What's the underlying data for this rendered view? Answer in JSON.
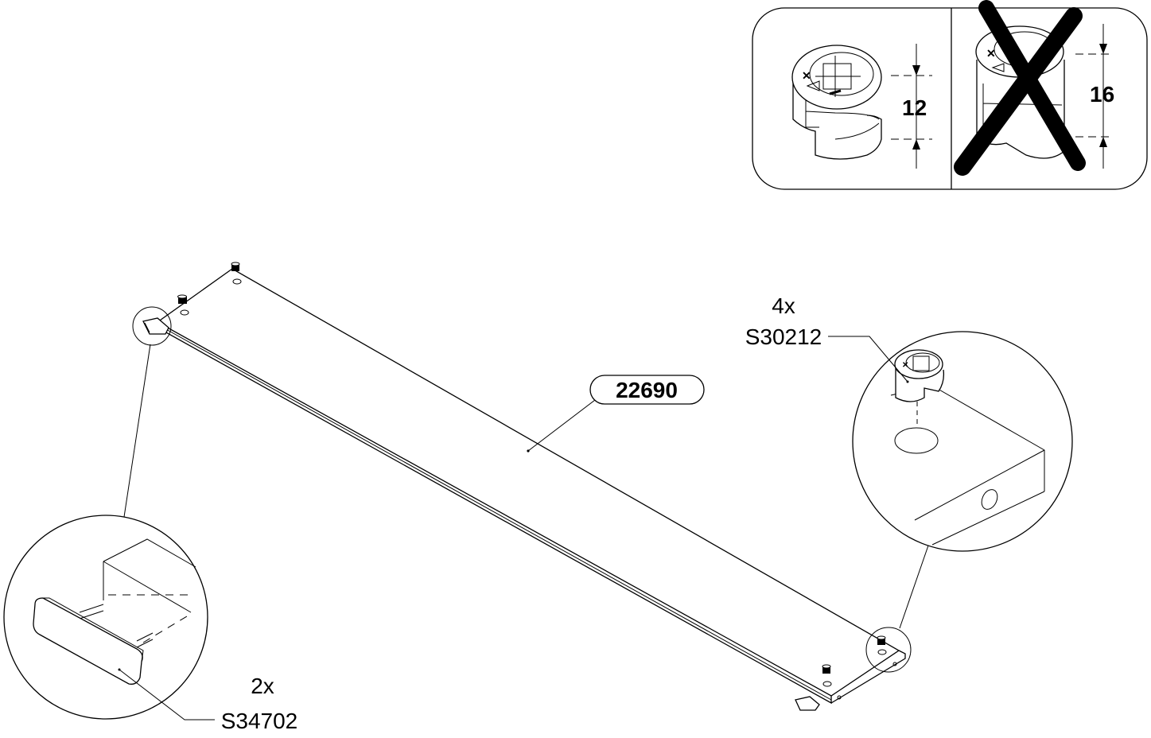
{
  "part": {
    "number": "22690"
  },
  "hardware": [
    {
      "quantity": "4x",
      "code": "S30212"
    },
    {
      "quantity": "2x",
      "code": "S34702"
    }
  ],
  "orientation_inset": {
    "correct": {
      "dimension": "12"
    },
    "incorrect": {
      "dimension": "16"
    }
  },
  "colors": {
    "ink": "#000000",
    "paper": "#ffffff"
  },
  "icons": [
    "cam-lock-icon",
    "cross-mark-icon",
    "end-cap-icon",
    "dowel-icon"
  ]
}
